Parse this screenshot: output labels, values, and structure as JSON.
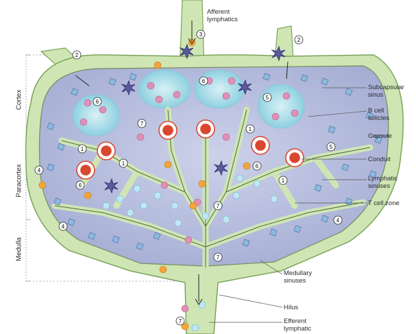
{
  "regions": {
    "cortex": "Cortex",
    "paracortex": "Paracortex",
    "medulla": "Medulla"
  },
  "labels": {
    "afferent": [
      "Afferent",
      "lymphatics"
    ],
    "subcapsular": [
      "Subcapsular",
      "sinus"
    ],
    "b_cell": [
      "B cell",
      "follicles"
    ],
    "capsule": [
      "Capsule"
    ],
    "conduit": [
      "Conduit"
    ],
    "lymphatic_sinuses": [
      "Lymphatic",
      "sinuses"
    ],
    "t_cell_zone": [
      "T cell zone"
    ],
    "medullary": [
      "Medullary",
      "sinuses"
    ],
    "hilus": [
      "Hilus"
    ],
    "efferent": [
      "Efferent",
      "lymphatic"
    ]
  },
  "markers": [
    "1",
    "2",
    "3",
    "4",
    "5",
    "6",
    "7"
  ],
  "colors": {
    "sinus_green": "#cfe6b4",
    "sinus_edge": "#7aa35c",
    "parenchyma": "#b9c0de",
    "follicle": "#a9dde8",
    "t_cell": "#bfe6f2",
    "b_cell_pink": "#e08fb8",
    "macrophage": "#f3a53b",
    "dendritic": "#5b5a9e",
    "conduit_red": "#d9472f",
    "channel": "#4e6a43"
  }
}
